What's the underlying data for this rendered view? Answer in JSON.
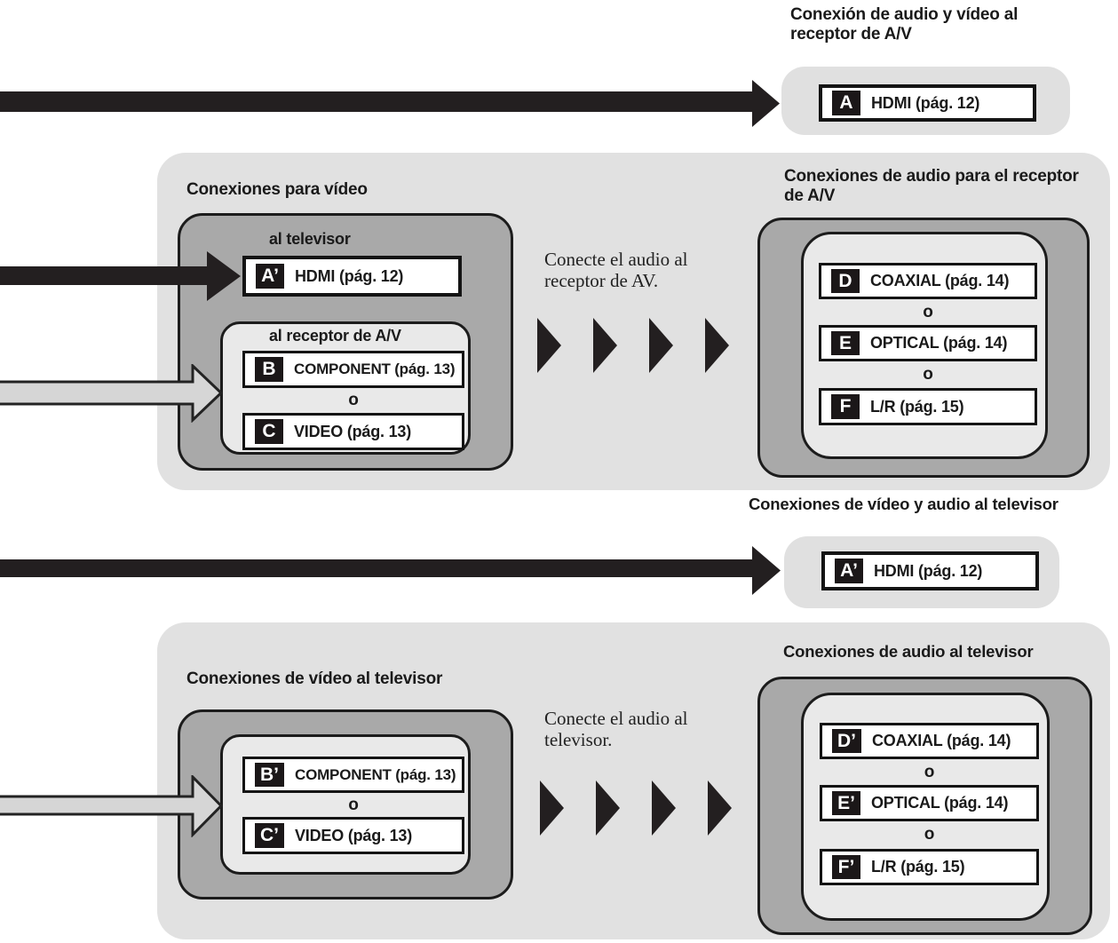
{
  "colors": {
    "page_bg": "#ffffff",
    "panel_gray": "#e1e1e1",
    "dark_box_gray": "#a9a9a9",
    "inner_box_gray": "#e9e9e9",
    "arrow_black": "#231f20",
    "arrow_gray_fill": "#d6d6d6",
    "badge_bg": "#1b1718",
    "badge_text": "#ffffff"
  },
  "sections": {
    "avr_av": {
      "heading": "Conexión de audio y vídeo al receptor de A/V",
      "badge": "A",
      "label": "HDMI (pág. 12)"
    },
    "video": {
      "heading": "Conexiones para vídeo",
      "to_tv": "al televisor",
      "hdmi_badge": "A’",
      "hdmi_label": "HDMI (pág. 12)",
      "to_avr": "al receptor de A/V",
      "component_badge": "B",
      "component_label": "COMPONENT (pág. 13)",
      "or": "o",
      "video_badge": "C",
      "video_label": "VIDEO (pág. 13)"
    },
    "audio_avr": {
      "heading": "Conexiones de audio para el receptor de A/V",
      "note": "Conecte el audio al receptor de AV.",
      "coaxial_badge": "D",
      "coaxial_label": "COAXIAL (pág. 14)",
      "or1": "o",
      "optical_badge": "E",
      "optical_label": "OPTICAL (pág. 14)",
      "or2": "o",
      "lr_badge": "F",
      "lr_label": "L/R (pág. 15)"
    },
    "tv_av": {
      "heading": "Conexiones de vídeo y audio al televisor",
      "badge": "A’",
      "label": "HDMI (pág. 12)"
    },
    "video_tv": {
      "heading": "Conexiones de vídeo al televisor",
      "component_badge": "B’",
      "component_label": "COMPONENT (pág. 13)",
      "or": "o",
      "video_badge": "C’",
      "video_label": "VIDEO (pág. 13)"
    },
    "audio_tv": {
      "heading": "Conexiones de audio al televisor",
      "note": "Conecte el audio al televisor.",
      "coaxial_badge": "D’",
      "coaxial_label": "COAXIAL (pág. 14)",
      "or1": "o",
      "optical_badge": "E’",
      "optical_label": "OPTICAL (pág. 14)",
      "or2": "o",
      "lr_badge": "F’",
      "lr_label": "L/R (pág. 15)"
    }
  }
}
